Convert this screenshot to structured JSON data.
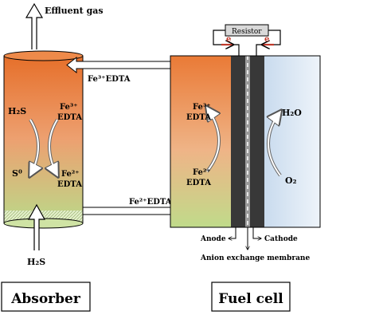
{
  "labels": {
    "effluent_gas": "Effluent gas",
    "fe3_edta_top": "Fe³⁺EDTA",
    "fe2_edta_bottom": "Fe²⁺EDTA",
    "resistor": "Resistor",
    "electron_left": "e",
    "electron_right": "e",
    "absorber_h2s": "H₂S",
    "absorber_fe3": "Fe³⁺",
    "absorber_fe3_edta": "EDTA",
    "absorber_s0": "S⁰",
    "absorber_fe2": "Fe²⁺",
    "absorber_fe2_edta": "EDTA",
    "h2s_inlet": "H₂S",
    "cell_fe3": "Fe³⁺",
    "cell_fe3_edta": "EDTA",
    "cell_fe2": "Fe²⁺",
    "cell_fe2_edta": "EDTA",
    "h2o": "H₂O",
    "o2": "O₂",
    "anode": "Anode",
    "cathode": "Cathode",
    "membrane": "Anion exchange membrane",
    "absorber_title": "Absorber",
    "fuel_cell_title": "Fuel cell"
  },
  "colors": {
    "absorber_top": "#e8732e",
    "absorber_bottom": "#b5d47e",
    "cathode_fill": "#d6e4f2",
    "electrode": "#3a3a3a",
    "electron_red": "#c0392b"
  }
}
